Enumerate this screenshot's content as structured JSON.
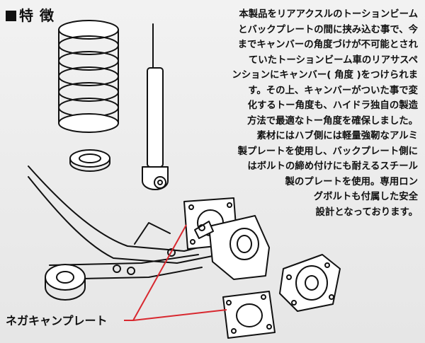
{
  "heading": {
    "marker": "■",
    "title": "特 徴"
  },
  "description_lines": [
    "本製品をリアアクスルのトーションビーム",
    "とバックプレートの間に挟み込む事で、今",
    "までキャンバーの角度づけが不可能とされ",
    "ていたトーションビーム車のリアサスペ",
    "ンションにキャンバー( 角度 )をつけられま",
    "す。その上、キャンバーがついた事で変",
    "化するトー角度も、ハイドラ独自の製造",
    "方法で最適なトー角度を確保しました。",
    "素材にはハブ側には軽量強靭なアルミ",
    "製プレートを使用し、バックプレート側に",
    "はボルトの締め付けにも耐えるスチール",
    "製のプレートを使用。専用ロン",
    "グボルトも付属した安全",
    "設計となっております。"
  ],
  "callout": {
    "label": "ネガキャンプレート",
    "leader_color": "#d8282f"
  },
  "illustration": {
    "parts": [
      "coil-spring",
      "spring-seat",
      "shock-absorber",
      "torsion-beam-axle",
      "camber-plate",
      "hub-carrier",
      "second-camber-plate"
    ]
  }
}
